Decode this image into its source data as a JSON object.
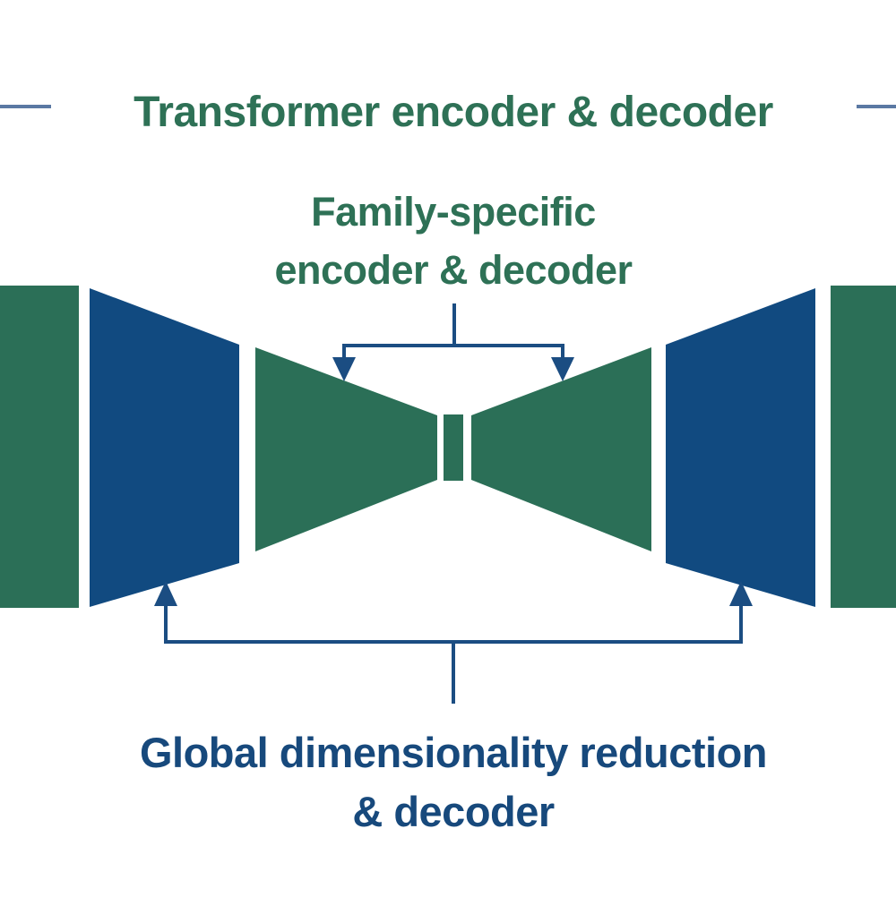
{
  "title": "Transformer encoder & decoder",
  "annotations": {
    "family": {
      "line1": "Family-specific",
      "line2": "encoder & decoder"
    },
    "global": {
      "line1": "Global dimensionality reduction",
      "line2": "& decoder"
    }
  },
  "colors": {
    "shape_green": "#2b6f57",
    "shape_blue": "#114a80",
    "bracket_blue": "#1b4d82",
    "edge_line_blue": "#5b79a3",
    "title_green": "#2e7156",
    "label_blue": "#17497c",
    "background": "#ffffff"
  }
}
